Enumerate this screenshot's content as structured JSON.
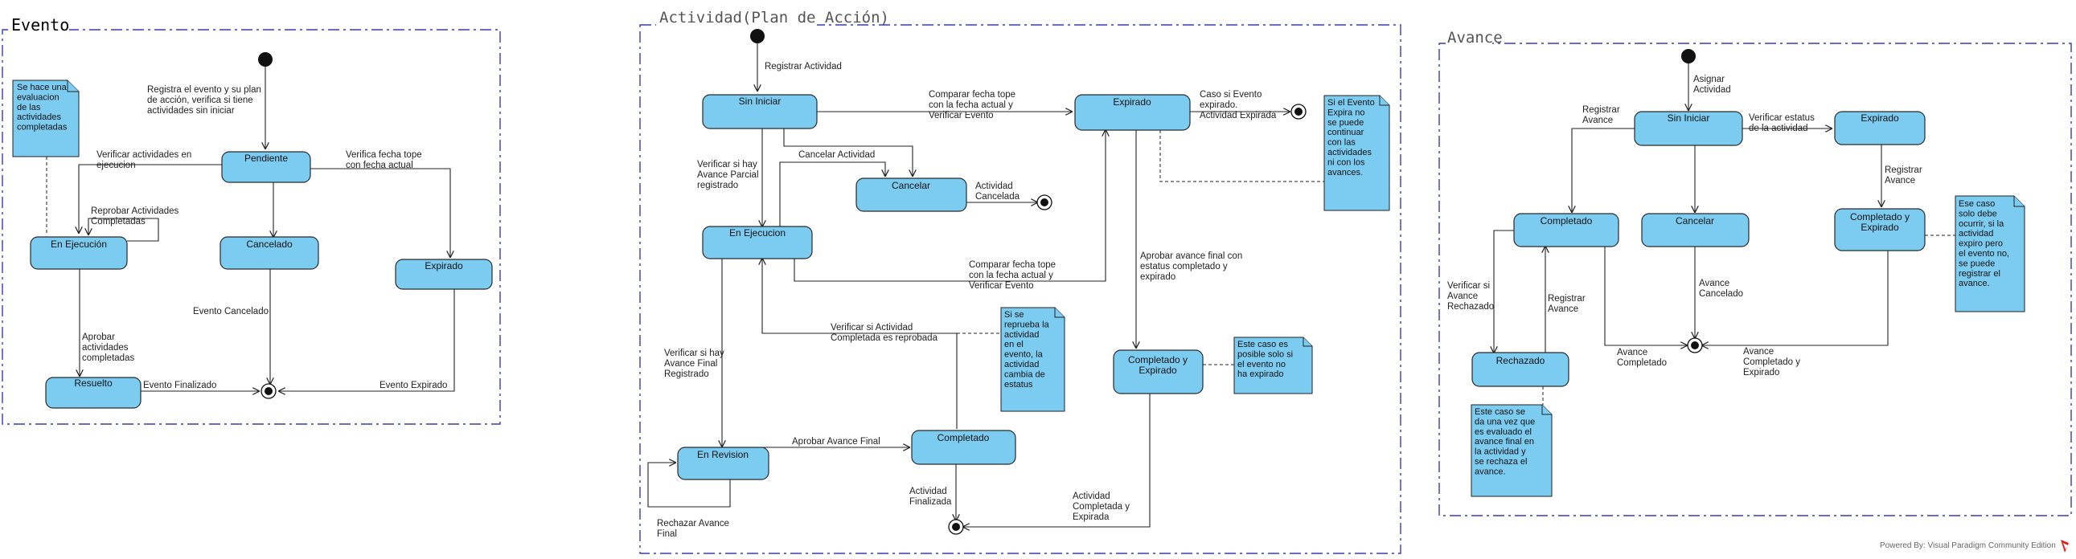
{
  "frames": {
    "evento": "Evento",
    "actividad": "Actividad(Plan de Acción)",
    "avance": "Avance"
  },
  "evento": {
    "states": {
      "pendiente": "Pendiente",
      "en_ejecucion": "En Ejecución",
      "cancelado": "Cancelado",
      "expirado": "Expirado",
      "resuelto": "Resuelto"
    },
    "labels": {
      "registra": [
        "Registra el evento y su plan",
        "de acción, verifica si tiene",
        "actividades sin iniciar"
      ],
      "verificar_ejec": [
        "Verificar actividades en",
        "ejecucion"
      ],
      "verifica_fecha": [
        "Verifica fecha tope",
        "con fecha actual"
      ],
      "reprobar": [
        "Reprobar Actividades",
        "Completadas"
      ],
      "evento_cancelado": [
        "Evento Cancelado"
      ],
      "aprobar": [
        "Aprobar",
        "actividades",
        "completadas"
      ],
      "evento_finalizado": [
        "Evento Finalizado"
      ],
      "evento_expirado": [
        "Evento Expirado"
      ]
    },
    "note": [
      "Se hace una",
      "evaluacion",
      "de las",
      "actividades",
      "completadas"
    ]
  },
  "actividad": {
    "states": {
      "sin_iniciar": "Sin Iniciar",
      "expirado": "Expirado",
      "cancelar": "Cancelar",
      "en_ejecucion": "En Ejecucion",
      "completado_expirado": [
        "Completado y",
        "Expirado"
      ],
      "en_revision": "En Revision",
      "completado": "Completado"
    },
    "labels": {
      "registrar": [
        "Registrar Actividad"
      ],
      "comparar1": [
        "Comparar fecha tope",
        "con la fecha actual y",
        "Verificar Evento"
      ],
      "caso_evento": [
        "Caso si Evento",
        "expirado.",
        "Actividad Expirada"
      ],
      "cancelar_act": [
        "Cancelar Actividad"
      ],
      "act_cancelada": [
        "Actividad",
        "Cancelada"
      ],
      "verificar_parcial": [
        "Verificar si hay",
        "Avance Parcial",
        "registrado"
      ],
      "comparar2": [
        "Comparar fecha tope",
        "con la fecha actual y",
        "Verificar Evento"
      ],
      "aprobar_final": [
        "Aprobar avance final con",
        "estatus completado y",
        "expirado"
      ],
      "verificar_reprobada": [
        "Verificar si Actividad",
        "Completada es reprobada"
      ],
      "verificar_final": [
        "Verificar si hay",
        "Avance Final",
        "Registrado"
      ],
      "aprobar_avance": [
        "Aprobar Avance Final"
      ],
      "rechazar": [
        "Rechazar Avance",
        "Final"
      ],
      "act_finalizada": [
        "Actividad",
        "Finalizada"
      ],
      "act_comp_exp": [
        "Actividad",
        "Completada y",
        "Expirada"
      ]
    },
    "notes": {
      "evento_expira": [
        "Si el Evento",
        "Expira no",
        "se puede",
        "continuar",
        "con las",
        "actividades",
        "ni con los",
        "avances."
      ],
      "reprueba": [
        "Si se",
        "reprueba la",
        "actividad",
        "en el",
        "evento, la",
        "actividad",
        "cambia de",
        "estatus"
      ],
      "posible": [
        "Este caso es",
        "posible solo si",
        "el evento no",
        "ha expirado"
      ]
    }
  },
  "avance": {
    "states": {
      "sin_iniciar": "Sin Iniciar",
      "expirado": "Expirado",
      "completado": "Completado",
      "cancelar": "Cancelar",
      "completado_expirado": [
        "Completado y",
        "Expirado"
      ],
      "rechazado": "Rechazado"
    },
    "labels": {
      "asignar": [
        "Asignar",
        "Actividad"
      ],
      "registrar_avance1": [
        "Registrar",
        "Avance"
      ],
      "verificar_estatus": [
        "Verificar estatus",
        "de la actividad"
      ],
      "registrar_avance2": [
        "Registrar",
        "Avance"
      ],
      "verificar_rechazado": [
        "Verificar si",
        "Avance",
        "Rechazado"
      ],
      "registrar_avance3": [
        "Registrar",
        "Avance"
      ],
      "avance_cancelado": [
        "Avance",
        "Cancelado"
      ],
      "avance_completado": [
        "Avance",
        "Completado"
      ],
      "avance_comp_exp": [
        "Avance",
        "Completado y",
        "Expirado"
      ]
    },
    "notes": {
      "solo_debe": [
        "Ese caso",
        "solo debe",
        "ocurrir, si la",
        "actividad",
        "expiro pero",
        "el evento no,",
        "se puede",
        "registrar el",
        "avance."
      ],
      "una_vez": [
        "Este caso se",
        "da una vez que",
        "es evaluado el",
        "avance final en",
        "la actividad y",
        "se rechaza el",
        "avance."
      ]
    }
  },
  "footer": "Powered By: Visual Paradigm Community Edition",
  "colors": {
    "state_fill": "#7cccf2",
    "frame_stroke": "#3a3ab0",
    "line": "#222222"
  }
}
